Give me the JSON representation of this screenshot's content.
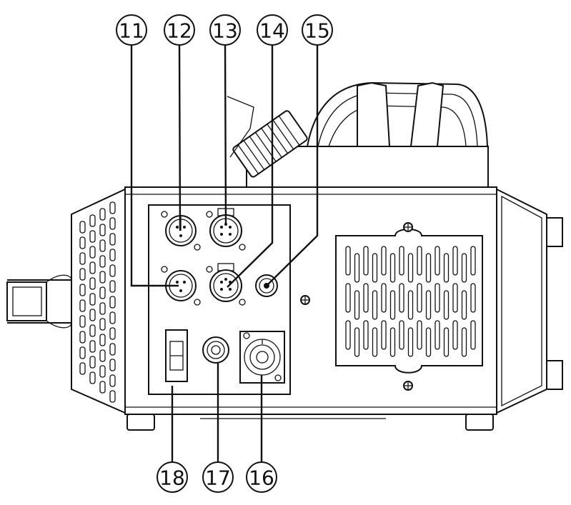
{
  "callouts": {
    "c11": "11",
    "c12": "12",
    "c13": "13",
    "c14": "14",
    "c15": "15",
    "c16": "16",
    "c17": "17",
    "c18": "18"
  },
  "icons": {
    "xlr_3pin": "xlr-3pin-socket-icon",
    "xlr_5pin": "xlr-5pin-socket-icon",
    "jack": "jack-socket-icon",
    "powercon": "powercon-inlet-icon",
    "fuse": "fuse-holder-icon",
    "switch": "power-switch-icon",
    "screw": "screw-icon"
  }
}
